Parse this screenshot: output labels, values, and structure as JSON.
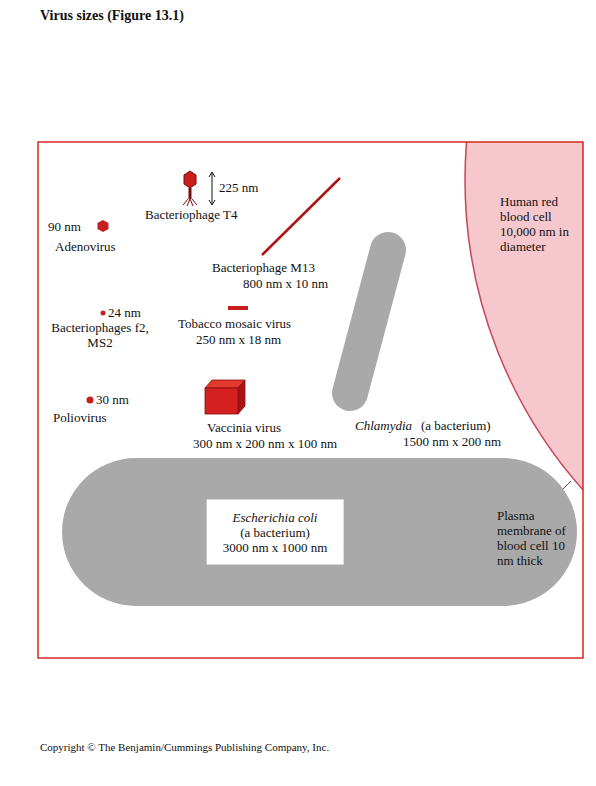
{
  "diagram": {
    "title": "Virus sizes  (Figure 13.1)",
    "caption": "Copyright © The Benjamin/Cummings Publishing Company, Inc.",
    "nodes": [
      {
        "text": [
          "Human red blood cell",
          "10,000 nm in diameter"
        ]
      },
      {
        "text": [
          "Escherichia coli",
          "(a bacterium)",
          "3000 nm x 1000 nm"
        ]
      }
    ],
    "labels": [
      "225 nm",
      "Bacteriophage T4",
      "90 nm",
      "Adenovirus",
      "Bacteriophage M13",
      "800 nm x 10 nm",
      "24 nm",
      "Bacteriophages f2, MS2",
      "Tobacco mosaic virus",
      "250 nm x 18 nm",
      "30 nm",
      "Poliovirus",
      "Vaccinia virus",
      "300 nm x 200 nm x 100 nm",
      "Chlamydia",
      "(a bacterium)",
      "1500 nm x 200 nm",
      "Plasma membrane of blood cell 10 nm thick"
    ]
  }
}
